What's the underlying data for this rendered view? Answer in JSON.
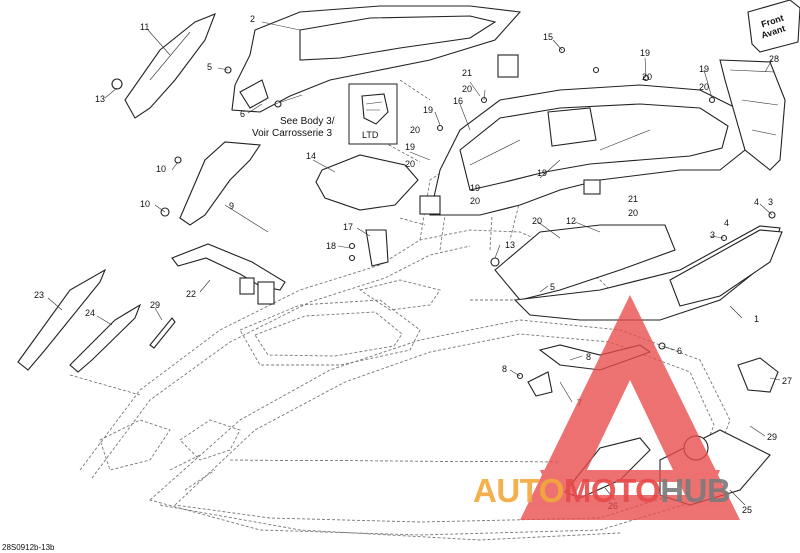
{
  "diagram": {
    "drawing_ref": "28S0912b-13b",
    "front_label": [
      "Front",
      "Avant"
    ],
    "body_note": [
      "See Body 3/",
      "Voir Carrosserie 3"
    ],
    "ltd_label": "LTD",
    "callouts": [
      "1",
      "2",
      "3",
      "4",
      "5",
      "6",
      "7",
      "8",
      "9",
      "10",
      "11",
      "12",
      "13",
      "14",
      "15",
      "16",
      "17",
      "18",
      "19",
      "20",
      "21",
      "22",
      "23",
      "24",
      "25",
      "26",
      "27",
      "28",
      "29"
    ],
    "watermark": {
      "brand": "AUTOMOTOHUB",
      "brand_colors": {
        "auto": "#f2a93b",
        "moto": "#e84a4a",
        "hub": "#7a7a7a"
      }
    },
    "colors": {
      "line": "#222222",
      "mesh": "#333333",
      "logo_red": "#e84a4a"
    }
  }
}
